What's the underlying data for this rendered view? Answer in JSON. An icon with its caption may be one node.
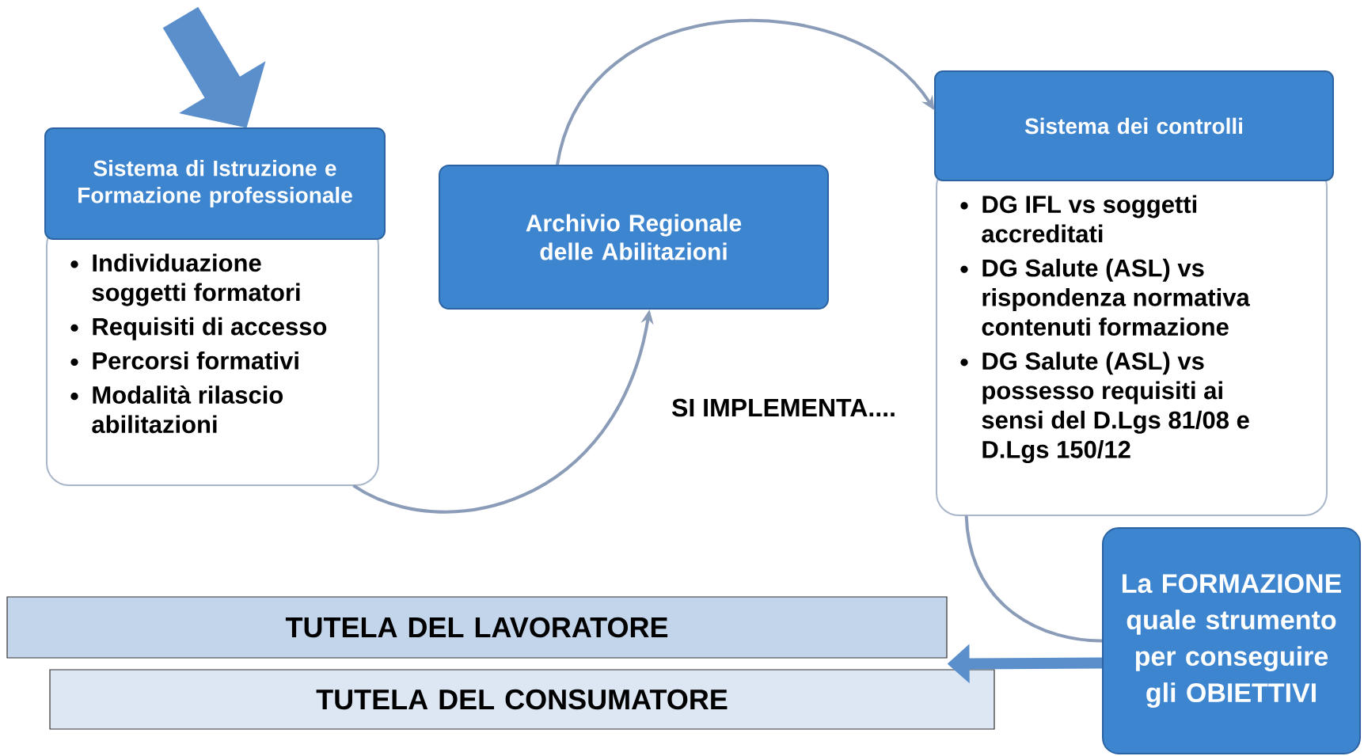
{
  "diagram": {
    "nodes": [
      {
        "text": [
          "Sistema di Istruzione e Formazione professionale",
          "Individuazione soggetti formatori",
          "Requisiti di accesso",
          "Percorsi formativi",
          "Modalità rilascio abilitazioni"
        ]
      },
      {
        "text": [
          "Archivio Regionale delle Abilitazioni"
        ]
      },
      {
        "text": [
          "Sistema dei controlli",
          "DG IFL vs soggetti accreditati",
          "DG Salute (ASL) vs rispondenza normativa contenuti formazione",
          "DG Salute (ASL) vs possesso requisiti ai sensi del D.Lgs 81/08 e D.Lgs 150/12"
        ]
      },
      {
        "text": [
          "La FORMAZIONE quale strumento per conseguire gli OBIETTIVI"
        ]
      },
      {
        "text": [
          "TUTELA DEL LAVORATORE"
        ]
      },
      {
        "text": [
          "TUTELA DEL CONSUMATORE"
        ]
      }
    ],
    "edges": [
      {
        "from": null,
        "to": 0,
        "arrow": "to",
        "style": "thick",
        "color": "#5a8fcc"
      },
      {
        "from": 0,
        "to": 1,
        "arrow": "to"
      },
      {
        "from": 1,
        "to": 2,
        "arrow": "to"
      },
      {
        "from": 2,
        "to": 3,
        "arrow": "none"
      },
      {
        "from": 3,
        "to": 4,
        "arrow": "to",
        "style": "thick",
        "color": "#5a8fcc"
      }
    ],
    "labels": [
      "SI IMPLEMENTA...."
    ]
  }
}
